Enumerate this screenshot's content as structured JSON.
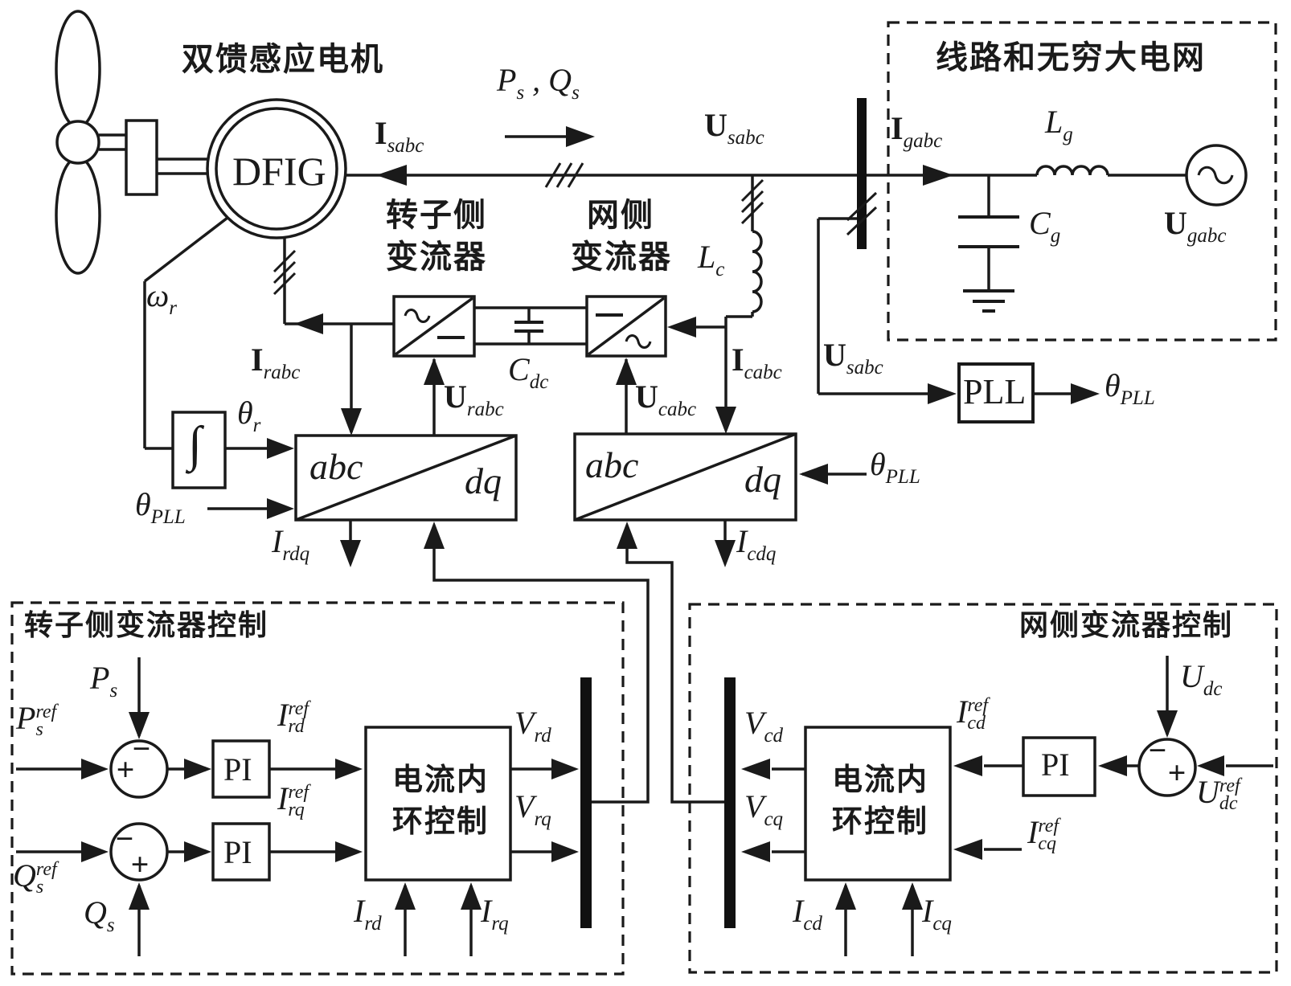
{
  "colors": {
    "line": "#1a1a1a",
    "background": "#ffffff",
    "bus": "#111111"
  },
  "machine": {
    "title": "双馈感应电机",
    "generator": "DFIG",
    "i_sabc": {
      "base": "I",
      "sub": "sabc"
    },
    "ps_qs": {
      "p": "P",
      "p_sub": "s",
      "comma": " , ",
      "q": "Q",
      "q_sub": "s"
    },
    "u_sabc": {
      "base": "U",
      "sub": "sabc"
    },
    "omega_r": {
      "base": "ω",
      "sub": "r"
    },
    "i_rabc": {
      "base": "I",
      "sub": "rabc"
    }
  },
  "grid_box": {
    "title": "线路和无穷大电网",
    "i_gabc": {
      "base": "I",
      "sub": "gabc"
    },
    "l_g": {
      "base": "L",
      "sub": "g"
    },
    "c_g": {
      "base": "C",
      "sub": "g"
    },
    "u_gabc": {
      "base": "U",
      "sub": "gabc"
    }
  },
  "converters": {
    "rotor_side_name_line1": "转子侧",
    "rotor_side_name_line2": "变流器",
    "grid_side_name_line1": "网侧",
    "grid_side_name_line2": "变流器",
    "c_dc": {
      "base": "C",
      "sub": "dc"
    },
    "l_c": {
      "base": "L",
      "sub": "c"
    },
    "u_rabc": {
      "base": "U",
      "sub": "rabc"
    },
    "u_cabc": {
      "base": "U",
      "sub": "cabc"
    },
    "i_cabc": {
      "base": "I",
      "sub": "cabc"
    }
  },
  "transforms": {
    "abc": "abc",
    "dq": "dq",
    "integrator": "∫",
    "theta_r": {
      "base": "θ",
      "sub": "r"
    },
    "theta_pll_left": {
      "base": "θ",
      "sub": "PLL"
    },
    "theta_pll_right": {
      "base": "θ",
      "sub": "PLL"
    },
    "i_rdq": {
      "base": "I",
      "sub": "rdq"
    },
    "i_cdq": {
      "base": "I",
      "sub": "cdq"
    }
  },
  "pll": {
    "box": "PLL",
    "u_sabc": {
      "base": "U",
      "sub": "sabc"
    },
    "theta_out": {
      "base": "θ",
      "sub": "PLL"
    }
  },
  "rsc_control": {
    "title": "转子侧变流器控制",
    "p_s": {
      "base": "P",
      "sub": "s"
    },
    "p_s_ref": {
      "base": "P",
      "sup": "ref",
      "sub": "s"
    },
    "q_s": {
      "base": "Q",
      "sub": "s"
    },
    "q_s_ref": {
      "base": "Q",
      "sup": "ref",
      "sub": "s"
    },
    "sum1_plus": "+",
    "sum1_minus": "−",
    "sum2_plus": "+",
    "sum2_minus": "−",
    "pi1": "PI",
    "pi2": "PI",
    "i_rd_ref": {
      "base": "I",
      "sup": "ref",
      "sub": "rd"
    },
    "i_rq_ref": {
      "base": "I",
      "sup": "ref",
      "sub": "rq"
    },
    "loop_line1": "电流内",
    "loop_line2": "环控制",
    "v_rd": {
      "base": "V",
      "sub": "rd"
    },
    "v_rq": {
      "base": "V",
      "sub": "rq"
    },
    "i_rd": {
      "base": "I",
      "sub": "rd"
    },
    "i_rq": {
      "base": "I",
      "sub": "rq"
    }
  },
  "gsc_control": {
    "title": "网侧变流器控制",
    "u_dc": {
      "base": "U",
      "sub": "dc"
    },
    "u_dc_ref": {
      "base": "U",
      "sup": "ref",
      "sub": "dc"
    },
    "sum_plus": "+",
    "sum_minus": "−",
    "pi": "PI",
    "i_cd_ref": {
      "base": "I",
      "sup": "ref",
      "sub": "cd"
    },
    "i_cq_ref": {
      "base": "I",
      "sup": "ref",
      "sub": "cq"
    },
    "loop_line1": "电流内",
    "loop_line2": "环控制",
    "v_cd": {
      "base": "V",
      "sub": "cd"
    },
    "v_cq": {
      "base": "V",
      "sub": "cq"
    },
    "i_cd": {
      "base": "I",
      "sub": "cd"
    },
    "i_cq": {
      "base": "I",
      "sub": "cq"
    }
  }
}
